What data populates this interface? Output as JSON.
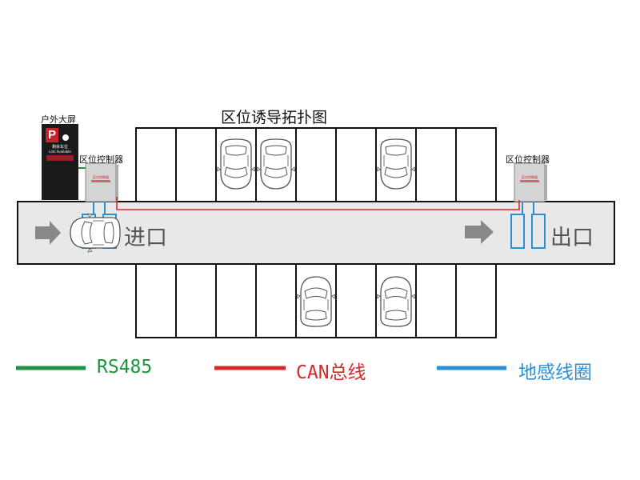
{
  "title": "区位诱导拓扑图",
  "outdoor_screen": {
    "label": "户外大屏",
    "letter": "P",
    "line1": "剩余车位",
    "line2": "Lots Available"
  },
  "controllers": [
    {
      "label": "区位控制器",
      "device_text": "区位控制器"
    },
    {
      "label": "区位控制器",
      "device_text": "区位控制器"
    }
  ],
  "entrance_label": "进口",
  "exit_label": "出口",
  "legend": [
    {
      "label": "RS485",
      "color": "#1e9440"
    },
    {
      "label": "CAN总线",
      "color": "#d42a2a"
    },
    {
      "label": "地感线圈",
      "color": "#2a8fd4"
    }
  ],
  "colors": {
    "road": "#e8e8e8",
    "stall_line": "#111111",
    "arrow": "#888888"
  }
}
